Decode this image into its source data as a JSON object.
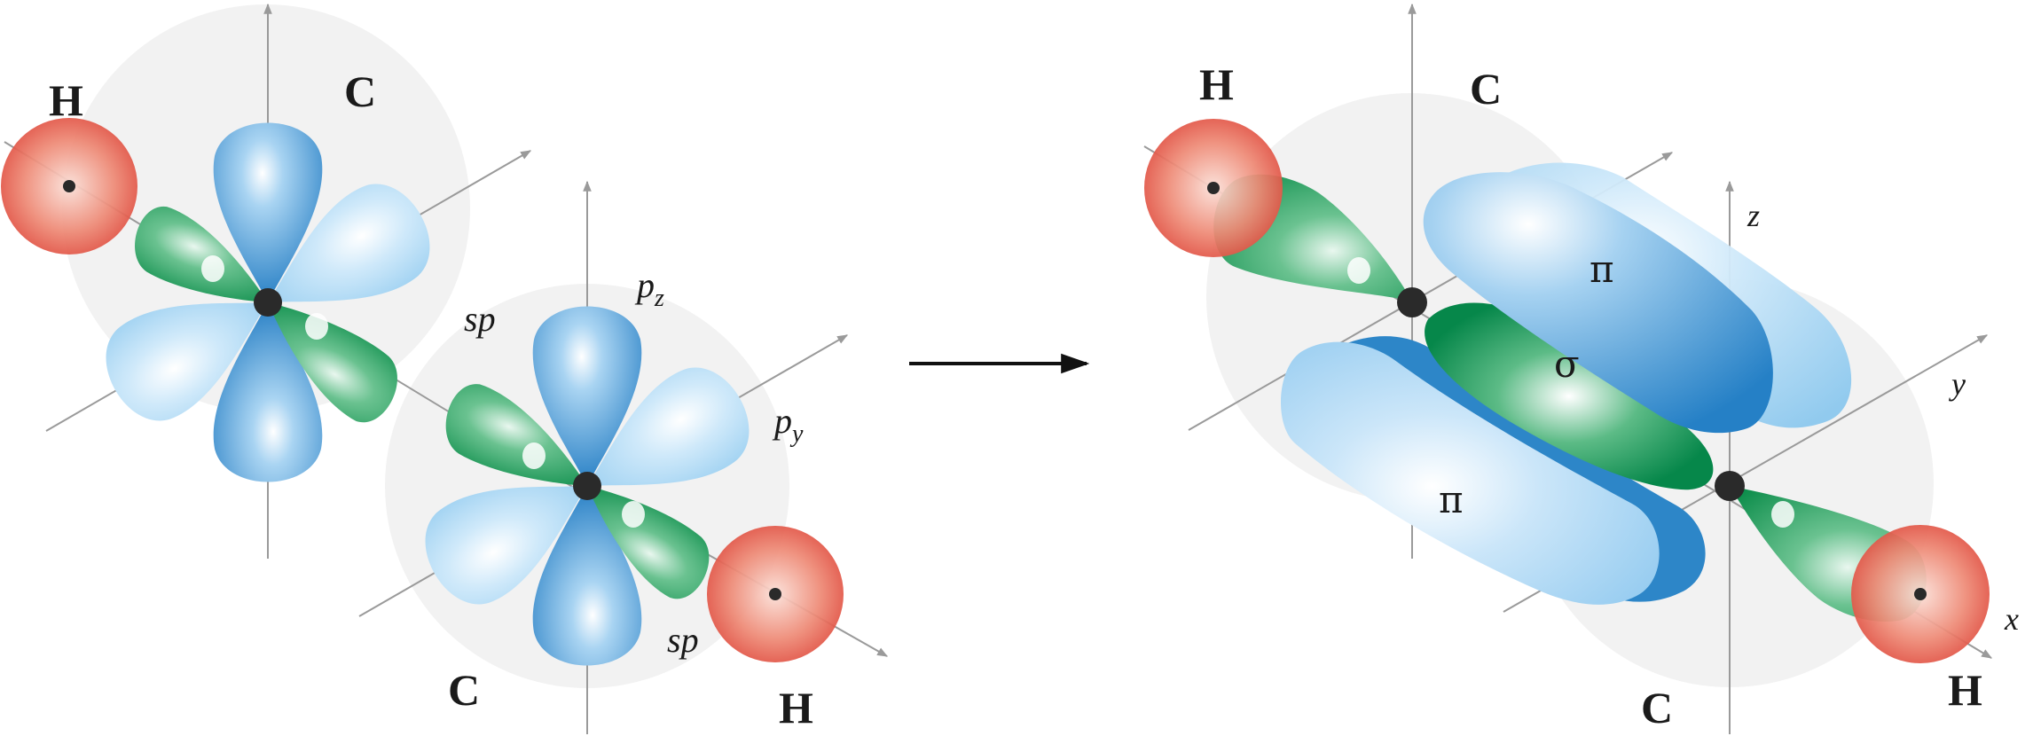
{
  "left": {
    "atoms": {
      "h_top": "H",
      "c_top": "C",
      "c_bottom": "C",
      "h_bottom": "H"
    },
    "orbitals": {
      "sp_upper": "sp",
      "pz": "p",
      "pz_sub": "z",
      "py": "p",
      "py_sub": "y",
      "sp_lower": "sp"
    }
  },
  "right": {
    "atoms": {
      "h_top": "H",
      "c_top": "C",
      "c_bottom": "C",
      "h_bottom": "H"
    },
    "bonds": {
      "pi_upper": "π",
      "sigma": "σ",
      "pi_lower": "π"
    },
    "axes": {
      "z": "z",
      "y": "y",
      "x": "x"
    }
  },
  "colors": {
    "p_orbital_dark": "#2f86c8",
    "p_orbital_light": "#a9d6f3",
    "sp_orbital": "#1e9a5c",
    "hydrogen": "#e2483a",
    "nucleus": "#2a2a2a",
    "axis": "#999999"
  }
}
